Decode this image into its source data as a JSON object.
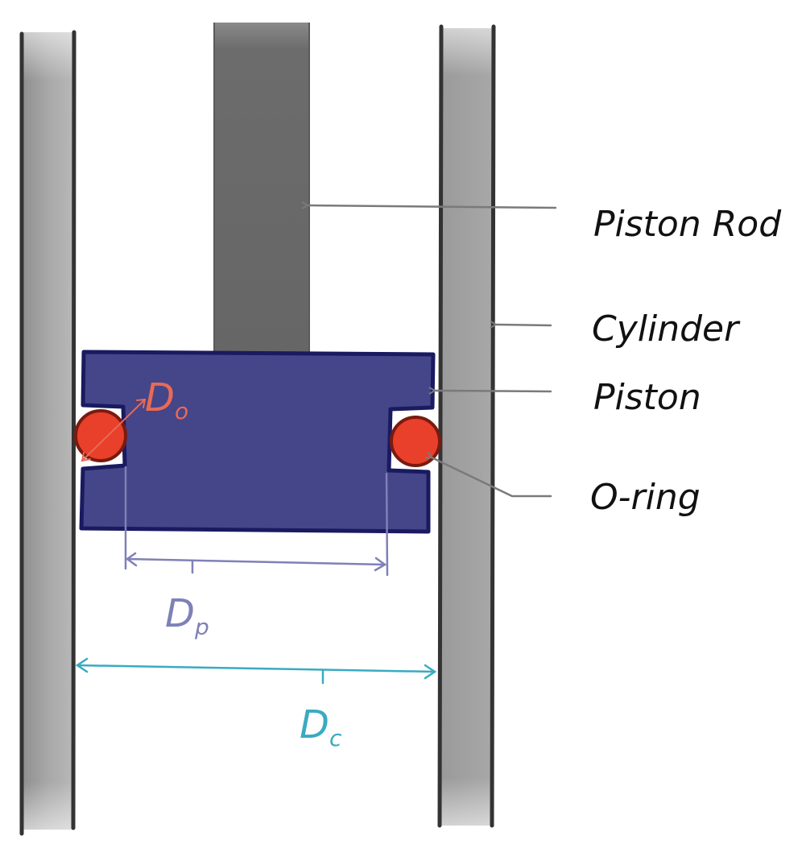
{
  "labels": {
    "piston_rod": "Piston Rod",
    "cylinder": "Cylinder",
    "piston": "Piston",
    "o_ring": "O-ring"
  },
  "dimensions": {
    "o_ring_diameter": {
      "letter": "D",
      "subscript": "o"
    },
    "piston_diameter": {
      "letter": "D",
      "subscript": "p"
    },
    "cylinder_diameter": {
      "letter": "D",
      "subscript": "c"
    }
  },
  "colors": {
    "piston": "#454589",
    "piston_outline": "#1a1a60",
    "o_ring": "#e8402a",
    "o_ring_outline": "#7a1a10",
    "rod": "#6a6a6a",
    "wall": "#a3a3a3",
    "leader": "#7a7a7a",
    "dim_o": "#e86a55",
    "dim_p": "#8080b8",
    "dim_c": "#3aaac2"
  }
}
